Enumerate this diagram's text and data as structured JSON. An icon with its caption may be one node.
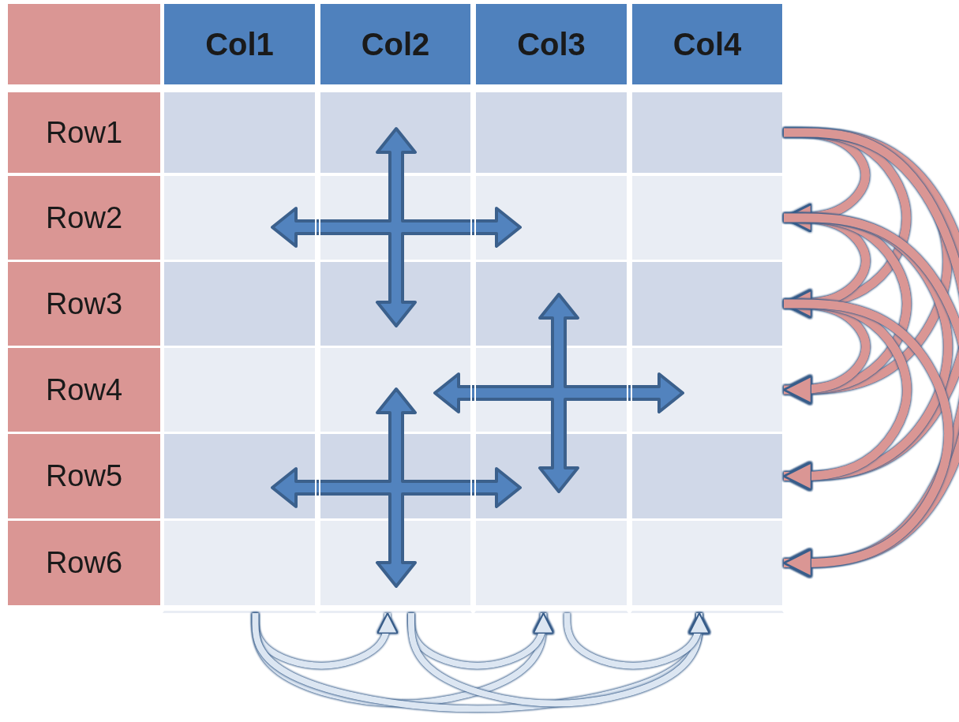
{
  "diagram": {
    "nodes": [
      {
        "text": [],
        "shape": "box"
      },
      {
        "text": [
          "Col1"
        ]
      },
      {
        "text": [
          "Col2"
        ]
      },
      {
        "text": [
          "Col3"
        ]
      },
      {
        "text": [
          "Col4"
        ]
      },
      {
        "text": [
          "Row1"
        ]
      },
      {
        "text": [
          "Row2"
        ]
      },
      {
        "text": [
          "Row3"
        ]
      },
      {
        "text": [
          "Row4"
        ]
      },
      {
        "text": [
          "Row5"
        ]
      },
      {
        "text": [
          "Row6"
        ]
      }
    ],
    "edges": [
      {
        "from": 5,
        "to": 6,
        "arrow": "to"
      },
      {
        "from": 5,
        "to": 7,
        "arrow": "to"
      },
      {
        "from": 5,
        "to": 8,
        "arrow": "to"
      },
      {
        "from": 5,
        "to": 9,
        "arrow": "to"
      },
      {
        "from": 5,
        "to": 10,
        "arrow": "to"
      },
      {
        "from": 6,
        "to": 7,
        "arrow": "to"
      },
      {
        "from": 6,
        "to": 8,
        "arrow": "to"
      },
      {
        "from": 6,
        "to": 9,
        "arrow": "to"
      },
      {
        "from": 6,
        "to": 10,
        "arrow": "to"
      },
      {
        "from": 7,
        "to": 8,
        "arrow": "to"
      },
      {
        "from": 7,
        "to": 9,
        "arrow": "to"
      },
      {
        "from": 7,
        "to": 10,
        "arrow": "to"
      },
      {
        "from": 1,
        "to": 2,
        "arrow": "to",
        "color": "#dce6f2"
      },
      {
        "from": 1,
        "to": 3,
        "arrow": "to",
        "color": "#dce6f2"
      },
      {
        "from": 1,
        "to": 4,
        "arrow": "to",
        "color": "#dce6f2"
      },
      {
        "from": 2,
        "to": 3,
        "arrow": "to",
        "color": "#dce6f2"
      },
      {
        "from": 2,
        "to": 4,
        "arrow": "to",
        "color": "#dce6f2"
      },
      {
        "from": 3,
        "to": 4,
        "arrow": "to",
        "color": "#dce6f2"
      }
    ]
  }
}
